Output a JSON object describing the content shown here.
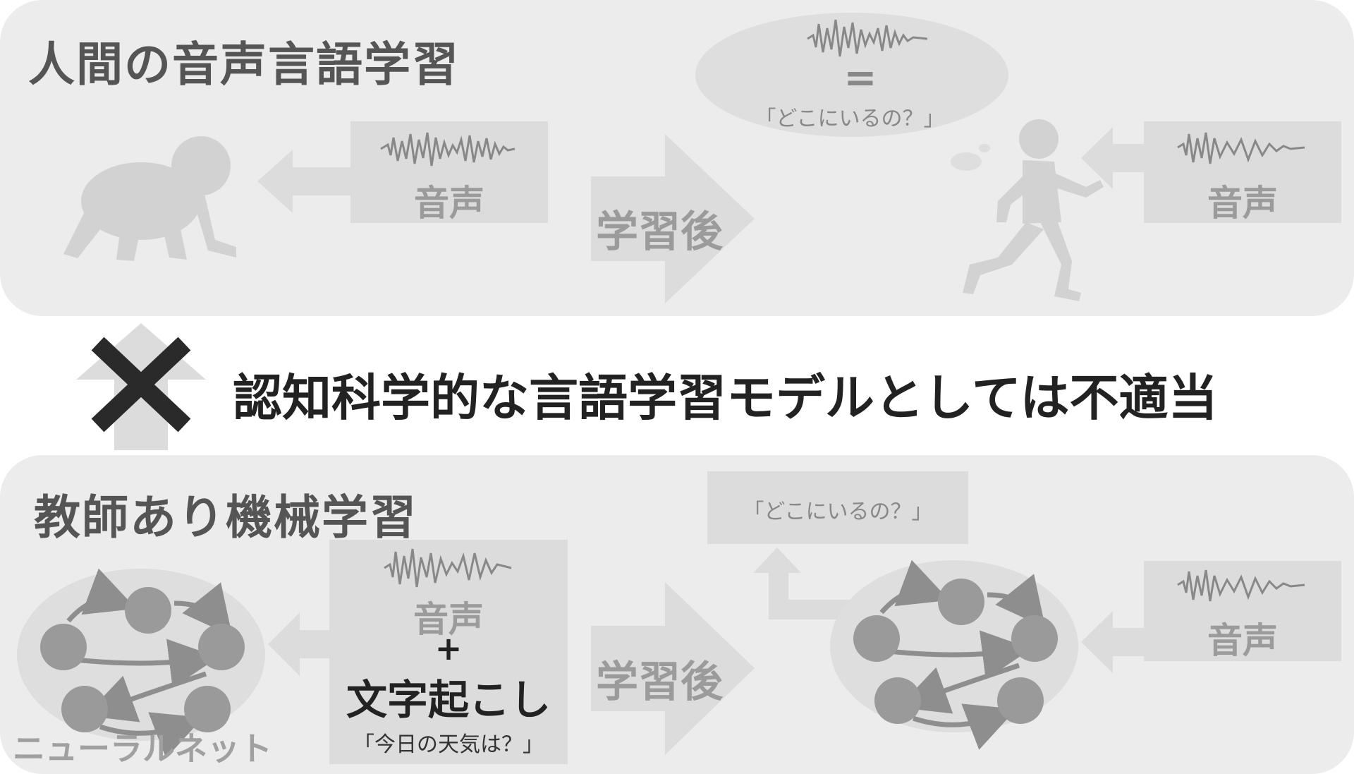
{
  "top": {
    "title": "人間の音声言語学習",
    "voice_left": "音声",
    "after_learning": "学習後",
    "thought_equals": "=",
    "thought_quote": "「どこにいるの？」",
    "voice_right": "音声"
  },
  "middle": {
    "message": "認知科学的な言語学習モデルとしては不適当"
  },
  "bottom": {
    "title": "教師あり機械学習",
    "network_label": "ニューラルネット",
    "voice_plus": "音声",
    "plus": "+",
    "transcript": "文字起こし",
    "transcript_quote": "「今日の天気は？」",
    "after_learning": "学習後",
    "output_quote": "「どこにいるの？」",
    "voice_right": "音声"
  },
  "colors": {
    "panel": "#ececec",
    "box": "#dcdcdc",
    "node": "#9a9a9a",
    "cross": "#2a2a2a"
  }
}
